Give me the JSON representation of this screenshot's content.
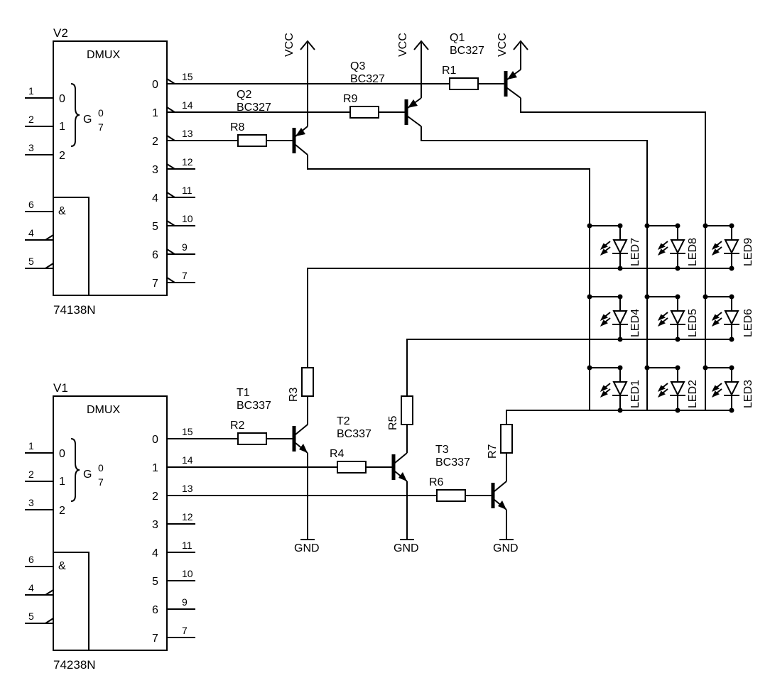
{
  "v2": {
    "ref": "V2",
    "part": "74138N"
  },
  "v1": {
    "ref": "V1",
    "part": "74238N"
  },
  "dmux": {
    "title": "DMUX",
    "and": "&",
    "g": "G",
    "g_top": "0",
    "g_bot": "7"
  },
  "sel_in": [
    "0",
    "1",
    "2"
  ],
  "out_labels": [
    "0",
    "1",
    "2",
    "3",
    "4",
    "5",
    "6",
    "7"
  ],
  "in_pins": [
    "1",
    "2",
    "3",
    "6",
    "4",
    "5"
  ],
  "out_pins": [
    "15",
    "14",
    "13",
    "12",
    "11",
    "10",
    "9",
    "7"
  ],
  "pnp": [
    {
      "ref": "Q1",
      "type": "BC327"
    },
    {
      "ref": "Q2",
      "type": "BC327"
    },
    {
      "ref": "Q3",
      "type": "BC327"
    }
  ],
  "npn": [
    {
      "ref": "T1",
      "type": "BC337"
    },
    {
      "ref": "T2",
      "type": "BC337"
    },
    {
      "ref": "T3",
      "type": "BC337"
    }
  ],
  "res": [
    "R1",
    "R2",
    "R3",
    "R4",
    "R5",
    "R6",
    "R7",
    "R8",
    "R9"
  ],
  "leds": [
    "LED1",
    "LED2",
    "LED3",
    "LED4",
    "LED5",
    "LED6",
    "LED7",
    "LED8",
    "LED9"
  ],
  "vcc": "VCC",
  "gnd": "GND"
}
